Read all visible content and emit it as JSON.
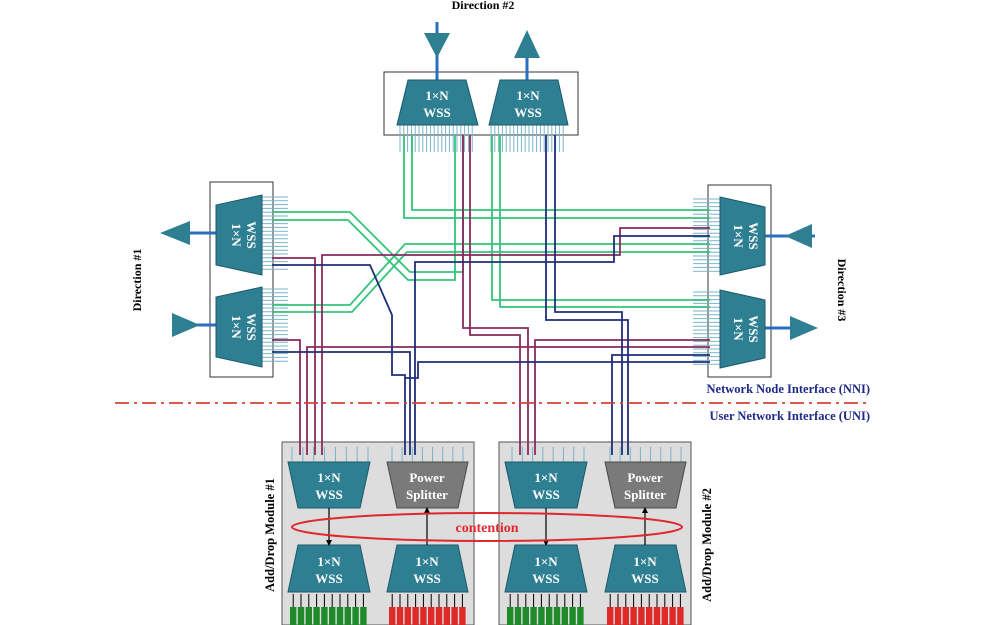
{
  "title": "Direction #2",
  "directions": {
    "d1": "Direction #1",
    "d2": "Direction #2",
    "d3": "Direction #3"
  },
  "interfaces": {
    "nni": "Network Node Interface (NNI)",
    "uni": "User Network Interface  (UNI)"
  },
  "modules": {
    "m1": "Add/Drop Module #1",
    "m2": "Add/Drop Module #2"
  },
  "contention": "contention",
  "devices": {
    "wss_line1": "1×N",
    "wss_line2": "WSS",
    "splitter_line1": "Power",
    "splitter_line2": "Splitter"
  },
  "colors": {
    "wss_fill": "#2f7f93",
    "splitter_fill": "#7a7a7a",
    "green_fiber": "#33c47a",
    "purple_fiber": "#8a2a5e",
    "navy_fiber": "#1f2f7a",
    "nni_label": "#1e2a8a",
    "dashdot_line": "#d9403a",
    "contention": "#e0282c",
    "add_drop_bg": "#dddddd",
    "drop_ports": "#1f8a2a",
    "add_ports": "#e02a2a"
  }
}
